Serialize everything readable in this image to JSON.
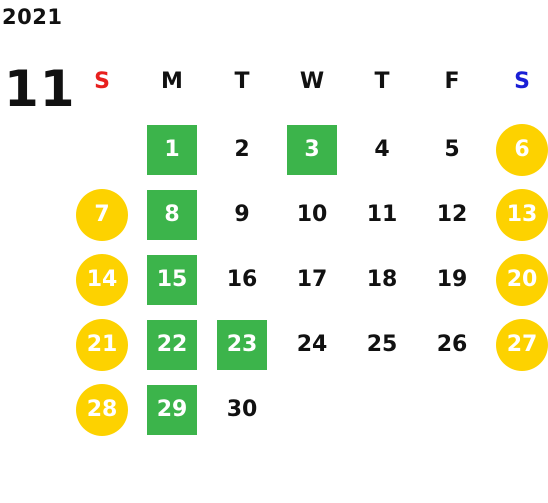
{
  "calendar": {
    "year": "2021",
    "month": "11",
    "colors": {
      "sunday_header": "#e8201e",
      "saturday_header": "#1a1fd6",
      "holiday_green": "#3cb44b",
      "weekend_yellow": "#fdd200",
      "text": "#111111"
    },
    "weekdays": [
      "S",
      "M",
      "T",
      "W",
      "T",
      "F",
      "S"
    ],
    "first_weekday_index": 1,
    "days": [
      {
        "label": "1",
        "style": "green"
      },
      {
        "label": "2",
        "style": "plain"
      },
      {
        "label": "3",
        "style": "green"
      },
      {
        "label": "4",
        "style": "plain"
      },
      {
        "label": "5",
        "style": "plain"
      },
      {
        "label": "6",
        "style": "yellow"
      },
      {
        "label": "7",
        "style": "yellow"
      },
      {
        "label": "8",
        "style": "green"
      },
      {
        "label": "9",
        "style": "plain"
      },
      {
        "label": "10",
        "style": "plain"
      },
      {
        "label": "11",
        "style": "plain"
      },
      {
        "label": "12",
        "style": "plain"
      },
      {
        "label": "13",
        "style": "yellow"
      },
      {
        "label": "14",
        "style": "yellow"
      },
      {
        "label": "15",
        "style": "green"
      },
      {
        "label": "16",
        "style": "plain"
      },
      {
        "label": "17",
        "style": "plain"
      },
      {
        "label": "18",
        "style": "plain"
      },
      {
        "label": "19",
        "style": "plain"
      },
      {
        "label": "20",
        "style": "yellow"
      },
      {
        "label": "21",
        "style": "yellow"
      },
      {
        "label": "22",
        "style": "green"
      },
      {
        "label": "23",
        "style": "green"
      },
      {
        "label": "24",
        "style": "plain"
      },
      {
        "label": "25",
        "style": "plain"
      },
      {
        "label": "26",
        "style": "plain"
      },
      {
        "label": "27",
        "style": "yellow"
      },
      {
        "label": "28",
        "style": "yellow"
      },
      {
        "label": "29",
        "style": "green"
      },
      {
        "label": "30",
        "style": "plain"
      }
    ]
  }
}
